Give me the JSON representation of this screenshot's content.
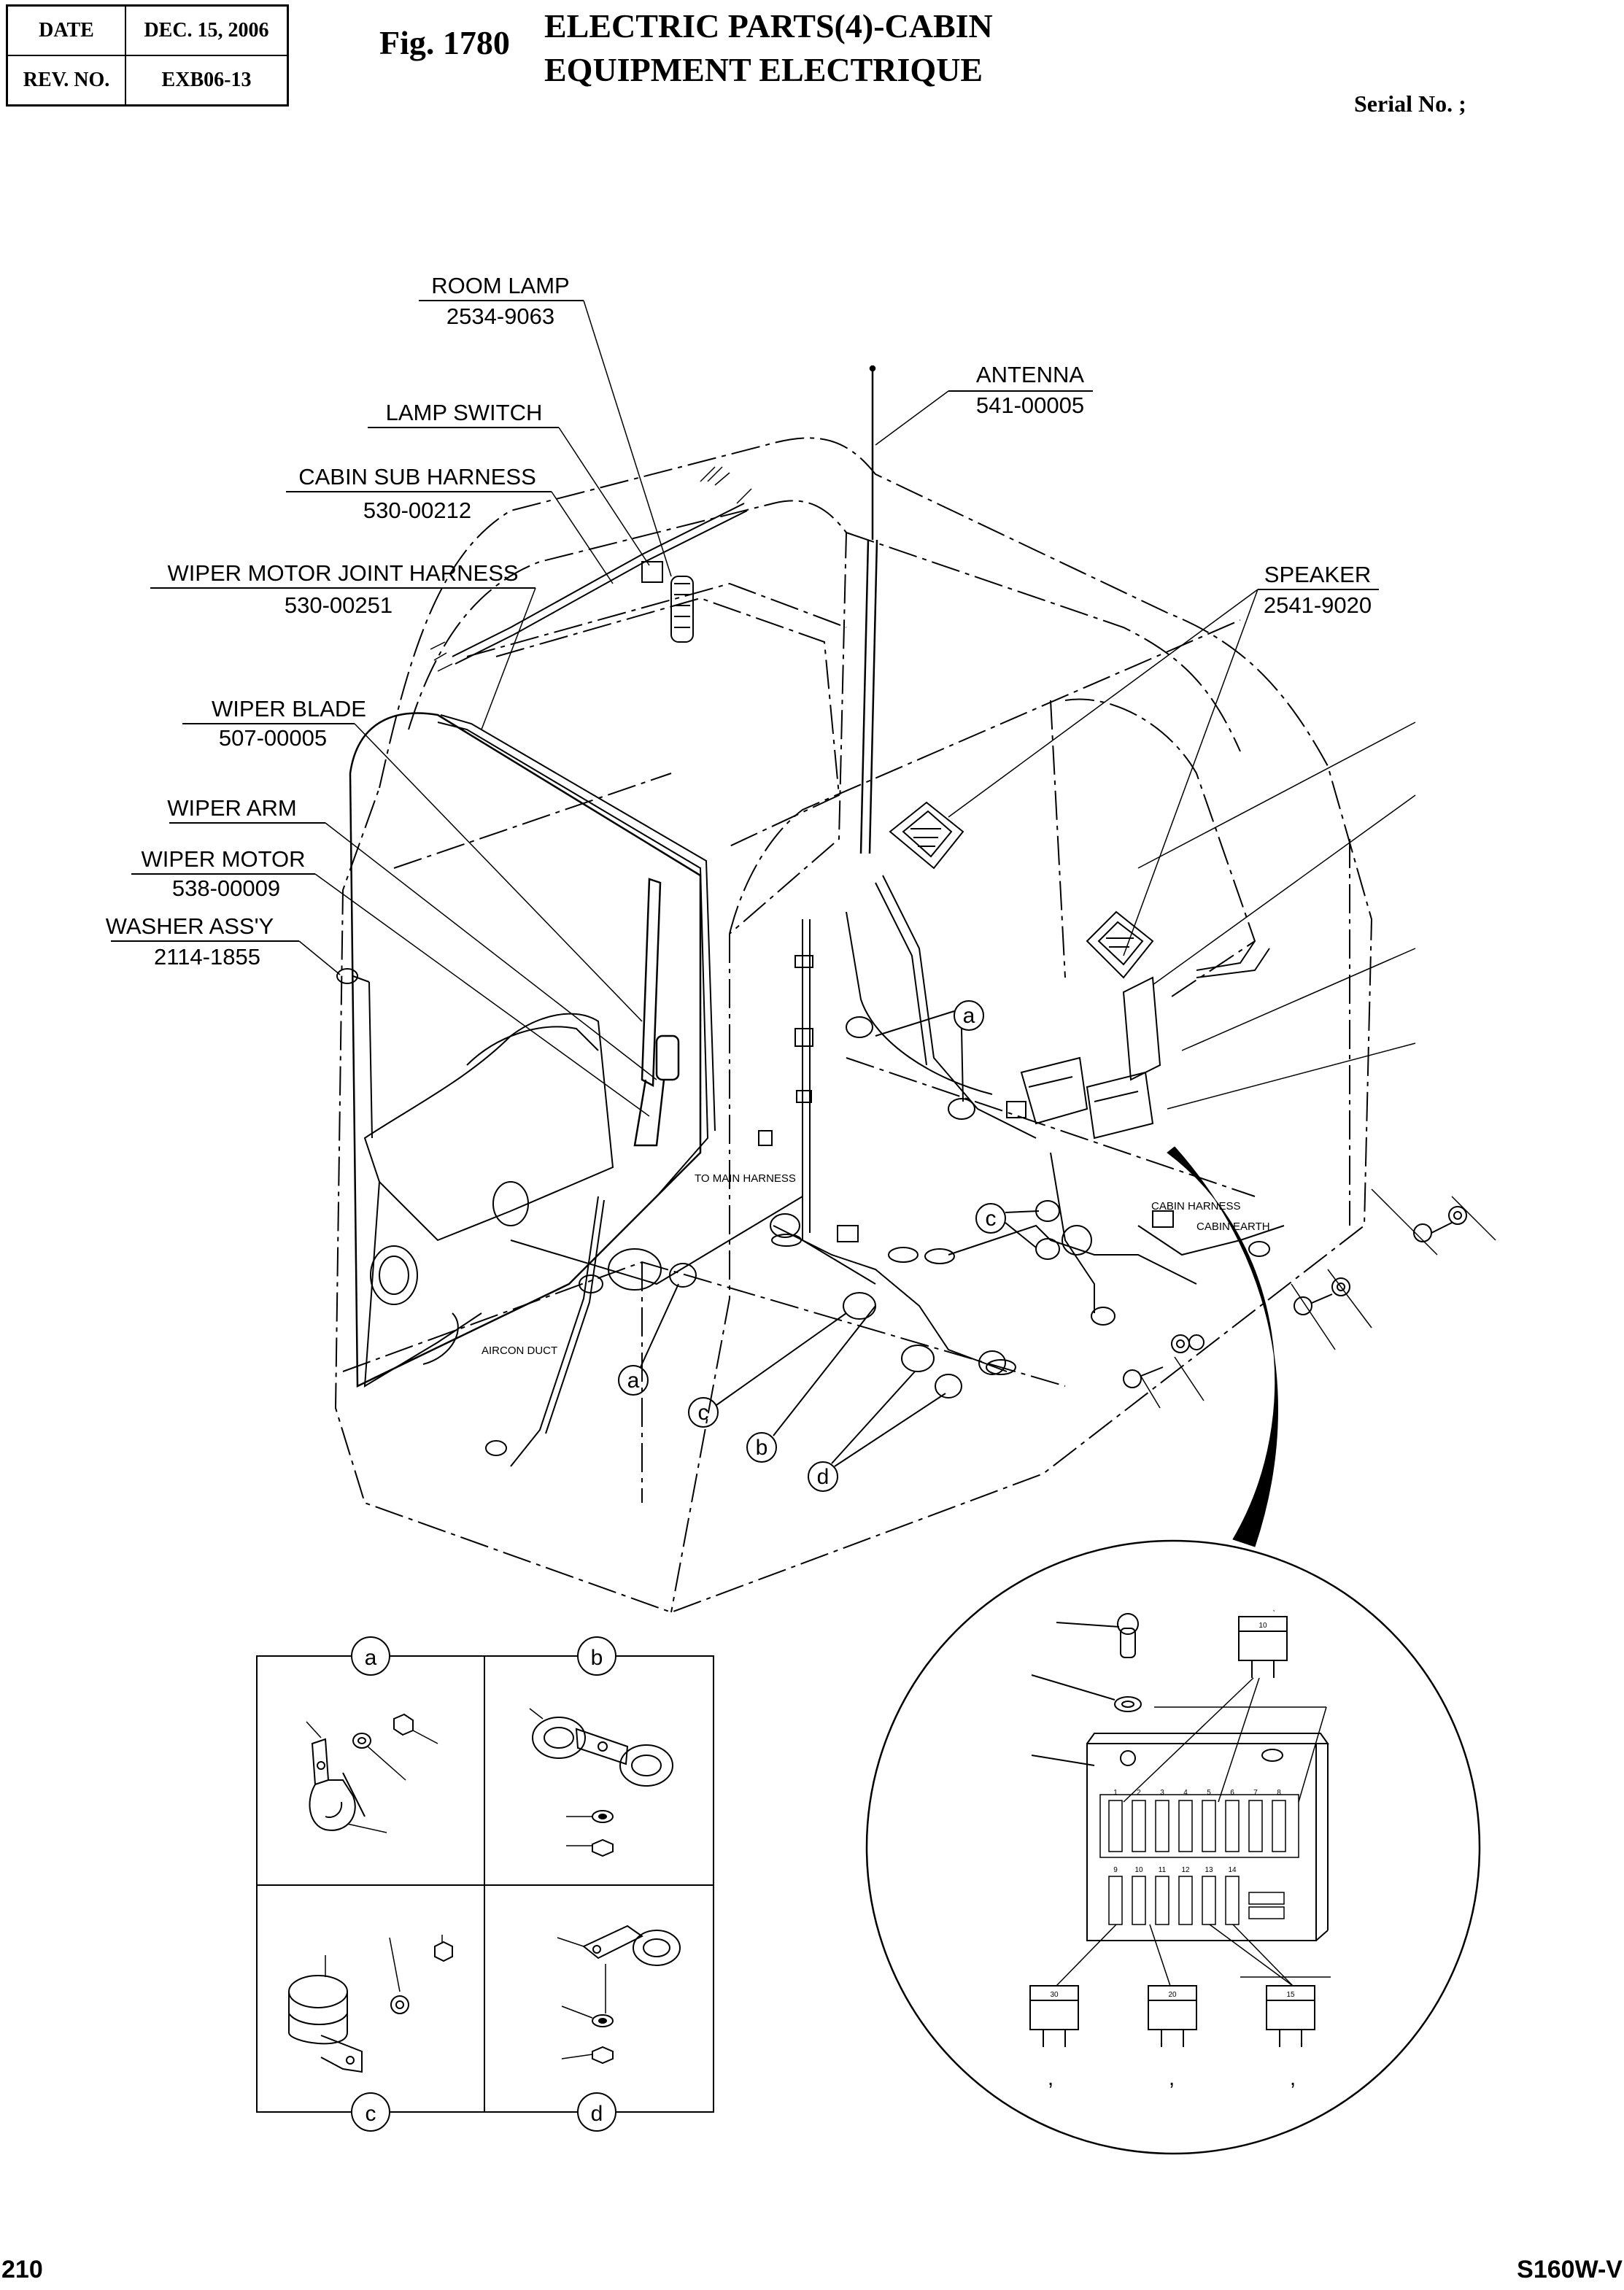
{
  "header": {
    "date_label": "DATE",
    "date_value": "DEC. 15, 2006",
    "rev_label": "REV. NO.",
    "rev_value": "EXB06-13",
    "fig_no": "Fig. 1780",
    "title_line1": "ELECTRIC PARTS(4)-CABIN",
    "title_line2": "EQUIPMENT ELECTRIQUE",
    "serial": "Serial No. ;"
  },
  "callouts": [
    {
      "name": "ROOM LAMP",
      "part": "2534-9063"
    },
    {
      "name": "LAMP SWITCH",
      "part": ""
    },
    {
      "name": "CABIN SUB HARNESS",
      "part": "530-00212"
    },
    {
      "name": "WIPER MOTOR JOINT HARNESS",
      "part": "530-00251"
    },
    {
      "name": "WIPER BLADE",
      "part": "507-00005"
    },
    {
      "name": "WIPER ARM",
      "part": ""
    },
    {
      "name": "WIPER MOTOR",
      "part": "538-00009"
    },
    {
      "name": "WASHER ASS'Y",
      "part": "2114-1855"
    },
    {
      "name": "ANTENNA",
      "part": "541-00005"
    },
    {
      "name": "SPEAKER",
      "part": "2541-9020"
    }
  ],
  "diagram_labels": {
    "to_main_harness": "TO MAIN HARNESS",
    "cabin_harness": "CABIN HARNESS",
    "cabin_earth": "CABIN EARTH",
    "aircon_duct": "AIRCON DUCT"
  },
  "detail_letters": [
    "a",
    "b",
    "c",
    "d"
  ],
  "fuse_box": {
    "top_row": [
      "1",
      "2",
      "3",
      "4",
      "5",
      "6",
      "7",
      "8"
    ],
    "bottom_row": [
      "9",
      "10",
      "11",
      "12",
      "13",
      "14"
    ],
    "fuse_ratings": [
      "10",
      "30",
      "20",
      "15"
    ],
    "commas": [
      ",",
      ",",
      ",",
      ","
    ]
  },
  "footer": {
    "page_no": "210",
    "model": "S160W-V"
  }
}
